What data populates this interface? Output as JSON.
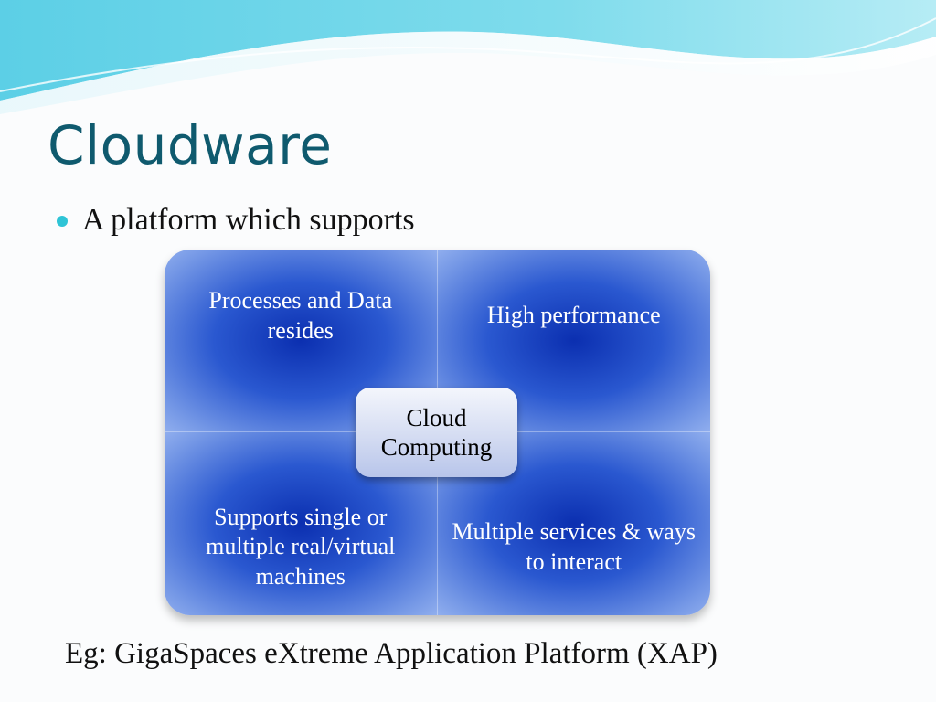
{
  "slide": {
    "title": "Cloudware",
    "bullet": "A platform which supports",
    "diagram": {
      "center": "Cloud Computing",
      "quadrants": [
        {
          "label": "Processes  and Data resides"
        },
        {
          "label": "High performance"
        },
        {
          "label": "Supports single or multiple real/virtual machines"
        },
        {
          "label": "Multiple services & ways to interact"
        }
      ]
    },
    "example": "Eg: GigaSpaces eXtreme Application Platform (XAP)"
  },
  "colors": {
    "title": "#0f5a6e",
    "bullet": "#2ec4d6",
    "quadrant_center": "#0b2fb0",
    "quadrant_edge": "#90aeee"
  }
}
